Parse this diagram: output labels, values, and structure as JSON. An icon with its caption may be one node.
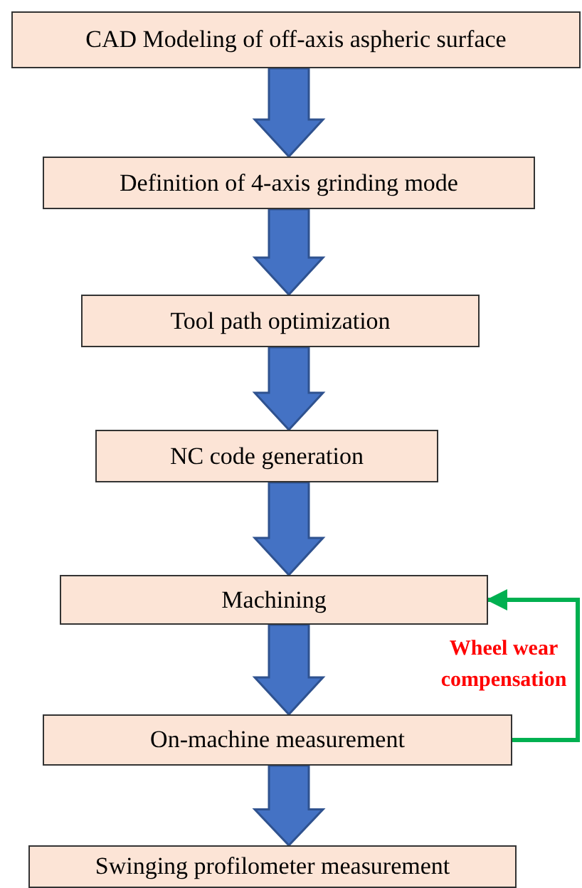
{
  "diagram": {
    "nodes": [
      {
        "text": [
          "CAD Modeling of off-axis aspheric surface"
        ]
      },
      {
        "text": [
          "Definition of 4-axis grinding mode"
        ]
      },
      {
        "text": [
          "Tool path optimization"
        ]
      },
      {
        "text": [
          "NC code generation"
        ]
      },
      {
        "text": [
          "Machining"
        ]
      },
      {
        "text": [
          "On-machine measurement"
        ]
      },
      {
        "text": [
          "Swinging profilometer measurement"
        ]
      }
    ],
    "edges": [
      {
        "from": 0,
        "to": 1,
        "arrow": "to"
      },
      {
        "from": 1,
        "to": 2,
        "arrow": "to"
      },
      {
        "from": 2,
        "to": 3,
        "arrow": "to"
      },
      {
        "from": 3,
        "to": 4,
        "arrow": "to"
      },
      {
        "from": 4,
        "to": 5,
        "arrow": "to"
      },
      {
        "from": 5,
        "to": 6,
        "arrow": "to"
      },
      {
        "from": 5,
        "to": 4,
        "arrow": "to",
        "label": "Wheel wear compensation",
        "color": "#00b050"
      }
    ]
  }
}
